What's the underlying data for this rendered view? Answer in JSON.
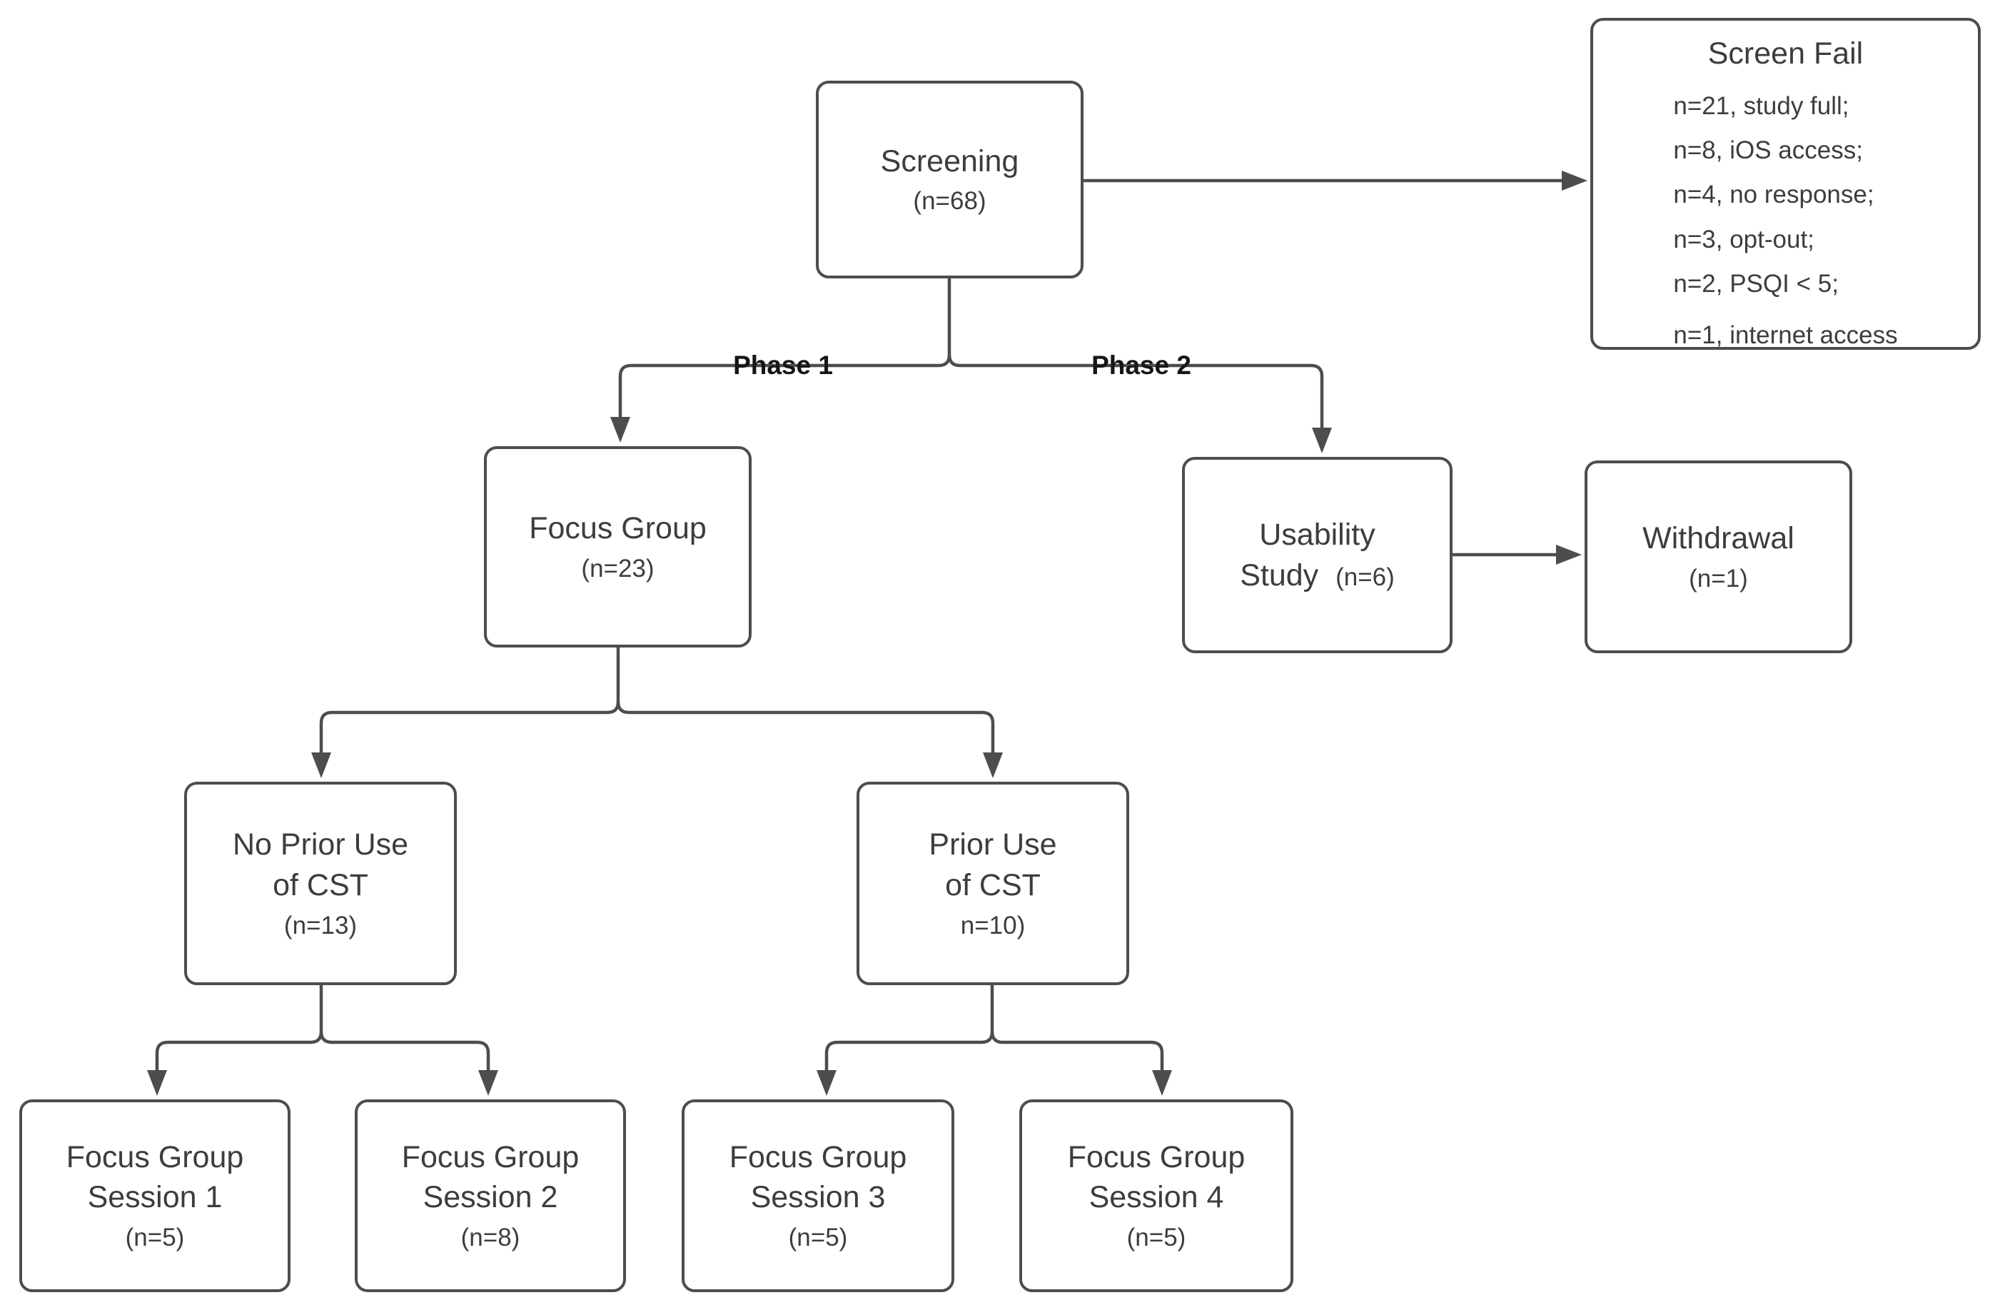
{
  "diagram": {
    "nodes": {
      "screening": {
        "title": "Screening",
        "n": "(n=68)"
      },
      "screen_fail": {
        "title": "Screen Fail",
        "reasons": [
          "n=21, study full;",
          "n=8, iOS access;",
          "n=4, no response;",
          "n=3, opt-out;",
          "n=2, PSQI < 5;",
          "n=1, internet access"
        ]
      },
      "focus_group": {
        "title": "Focus Group",
        "n": "(n=23)"
      },
      "usability_study": {
        "line1": "Usability",
        "line2": "Study",
        "n": "(n=6)"
      },
      "withdrawal": {
        "title": "Withdrawal",
        "n": "(n=1)"
      },
      "no_prior_use": {
        "line1": "No Prior Use",
        "line2": "of CST",
        "n": "(n=13)"
      },
      "prior_use": {
        "line1": "Prior Use",
        "line2": "of CST",
        "n": "n=10)"
      },
      "session_1": {
        "line1": "Focus Group",
        "line2": "Session 1",
        "n": "(n=5)"
      },
      "session_2": {
        "line1": "Focus Group",
        "line2": "Session 2",
        "n": "(n=8)"
      },
      "session_3": {
        "line1": "Focus Group",
        "line2": "Session 3",
        "n": "(n=5)"
      },
      "session_4": {
        "line1": "Focus Group",
        "line2": "Session 4",
        "n": "(n=5)"
      }
    },
    "edge_labels": {
      "phase1": "Phase 1",
      "phase2": "Phase 2"
    },
    "colors": {
      "line": "#4d4d4d",
      "text": "#3d3d3d",
      "background": "#ffffff"
    }
  }
}
